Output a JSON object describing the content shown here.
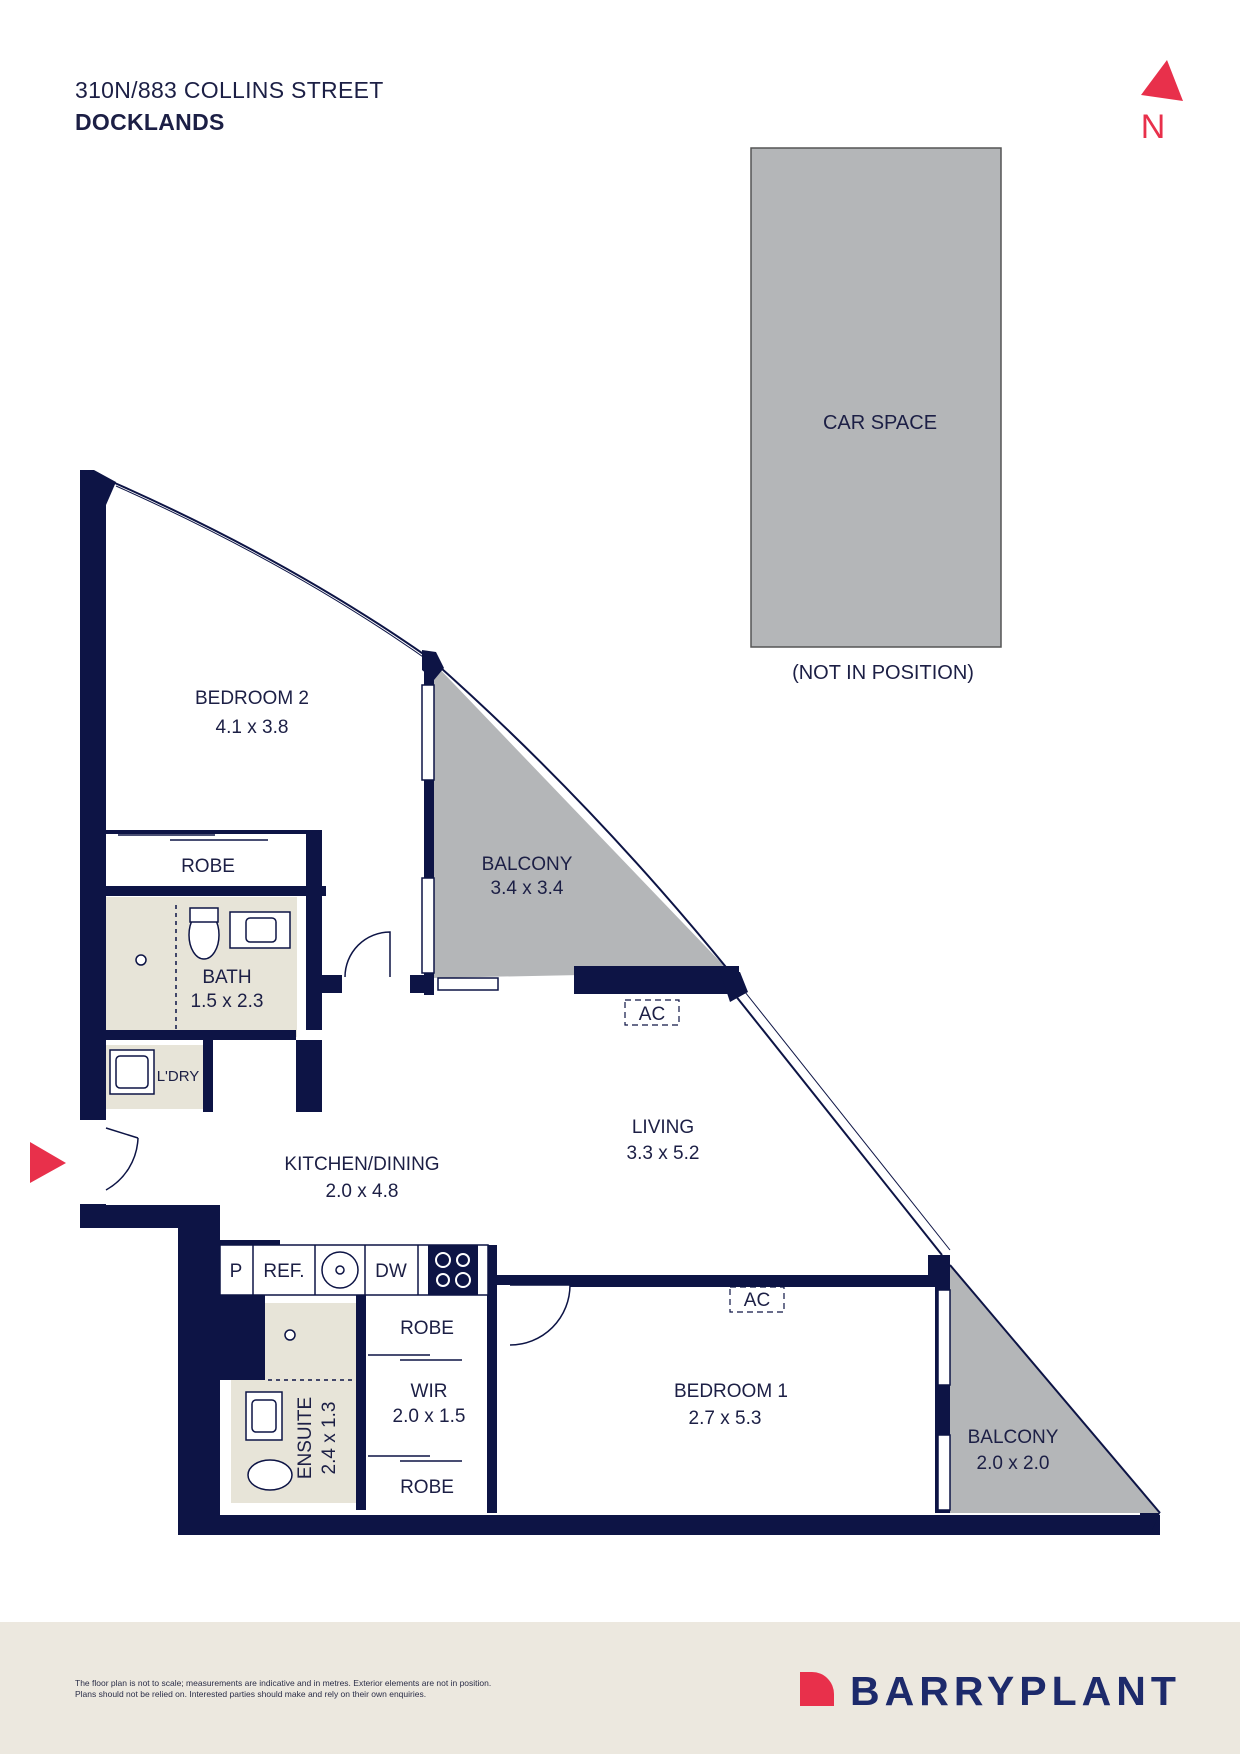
{
  "header": {
    "address": "310N/883 COLLINS STREET",
    "suburb": "DOCKLANDS",
    "north_label": "N"
  },
  "rooms": {
    "car_space": "CAR SPACE",
    "car_note": "(NOT IN POSITION)",
    "bedroom2": {
      "name": "BEDROOM 2",
      "size": "4.1 x 3.8"
    },
    "robe_top": "ROBE",
    "balcony1": {
      "name": "BALCONY",
      "size": "3.4 x 3.4"
    },
    "bath": {
      "name": "BATH",
      "size": "1.5 x 2.3"
    },
    "laundry": "L'DRY",
    "ac1": "AC",
    "ac2": "AC",
    "living": {
      "name": "LIVING",
      "size": "3.3 x 5.2"
    },
    "kitchen": {
      "name": "KITCHEN/DINING",
      "size": "2.0 x 4.8"
    },
    "pantry": "P",
    "fridge": "REF.",
    "dishwasher": "DW",
    "robe_wir_top": "ROBE",
    "wir": {
      "name": "WIR",
      "size": "2.0 x 1.5"
    },
    "robe_wir_bottom": "ROBE",
    "ensuite": {
      "name": "ENSUITE",
      "size": "2.4 x 1.3"
    },
    "bedroom1": {
      "name": "BEDROOM 1",
      "size": "2.7 x 5.3"
    },
    "balcony2": {
      "name": "BALCONY",
      "size": "2.0 x 2.0"
    }
  },
  "footer": {
    "disclaimer_line1": "The floor plan is not to scale; measurements are indicative and in metres. Exterior elements are not in position.",
    "disclaimer_line2": "Plans should not be relied on. Interested parties should make and rely on their own enquiries.",
    "brand": "BARRYPLANT"
  },
  "colors": {
    "wall": "#0d1445",
    "balcony": "#b4b6b8",
    "wet_area": "#e7e4d8",
    "accent": "#e8304b",
    "footer_bg": "#ece8df"
  }
}
